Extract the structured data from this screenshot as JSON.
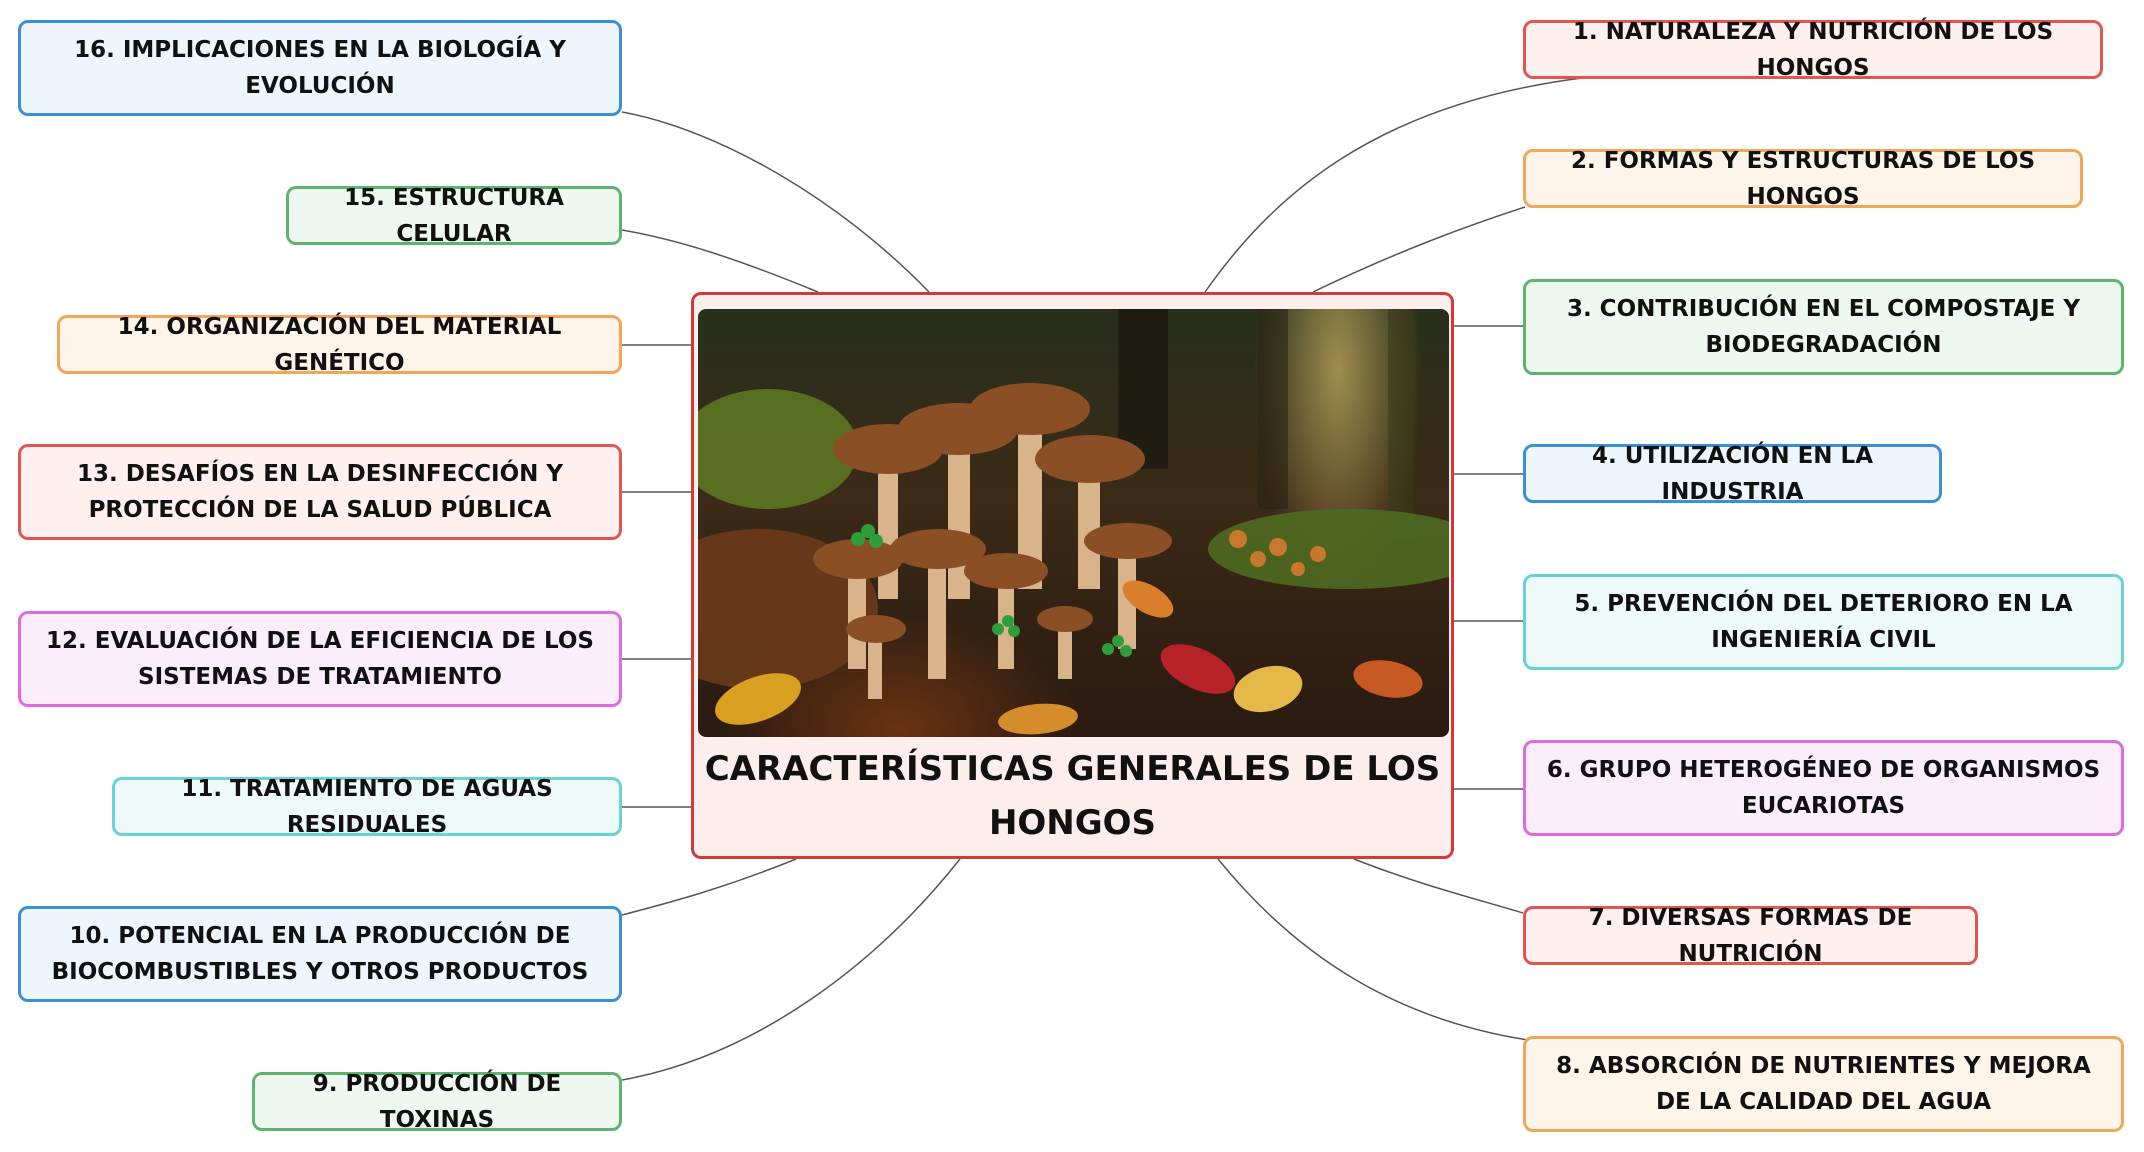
{
  "center": {
    "title": "CARACTERÍSTICAS GENERALES DE LOS HONGOS",
    "image": "mushroom-forest-illustration"
  },
  "topics": [
    {
      "id": "t1",
      "label": "1. NATURALEZA Y NUTRICIÓN DE LOS HONGOS",
      "color": "#e2564e"
    },
    {
      "id": "t2",
      "label": "2. FORMAS Y ESTRUCTURAS DE LOS HONGOS",
      "color": "#f2a65a"
    },
    {
      "id": "t3",
      "label": "3. CONTRIBUCIÓN EN EL COMPOSTAJE Y BIODEGRADACIÓN",
      "color": "#5fb36f"
    },
    {
      "id": "t4",
      "label": "4. UTILIZACIÓN EN LA INDUSTRIA",
      "color": "#3a8fd9"
    },
    {
      "id": "t5",
      "label": "5. PREVENCIÓN DEL DETERIORO EN LA INGENIERÍA CIVIL",
      "color": "#67d3d3"
    },
    {
      "id": "t6",
      "label": "6. GRUPO HETEROGÉNEO DE ORGANISMOS EUCARIOTAS",
      "color": "#e06adf"
    },
    {
      "id": "t7",
      "label": "7. DIVERSAS FORMAS DE NUTRICIÓN",
      "color": "#e2564e"
    },
    {
      "id": "t8",
      "label": "8. ABSORCIÓN DE NUTRIENTES Y MEJORA DE LA CALIDAD DEL AGUA",
      "color": "#f2a65a"
    },
    {
      "id": "t9",
      "label": "9. PRODUCCIÓN DE TOXINAS",
      "color": "#5fb36f"
    },
    {
      "id": "t10",
      "label": "10. POTENCIAL EN LA PRODUCCIÓN DE BIOCOMBUSTIBLES Y OTROS PRODUCTOS",
      "color": "#3a8fd9"
    },
    {
      "id": "t11",
      "label": "11. TRATAMIENTO DE AGUAS RESIDUALES",
      "color": "#67d3d3"
    },
    {
      "id": "t12",
      "label": "12. EVALUACIÓN DE LA EFICIENCIA DE LOS SISTEMAS DE TRATAMIENTO",
      "color": "#e06adf"
    },
    {
      "id": "t13",
      "label": "13. DESAFÍOS EN LA DESINFECCIÓN Y PROTECCIÓN DE LA SALUD PÚBLICA",
      "color": "#e2564e"
    },
    {
      "id": "t14",
      "label": "14. ORGANIZACIÓN DEL MATERIAL GENÉTICO",
      "color": "#f2a65a"
    },
    {
      "id": "t15",
      "label": "15. ESTRUCTURA CELULAR",
      "color": "#5fb36f"
    },
    {
      "id": "t16",
      "label": "16. IMPLICACIONES EN LA BIOLOGÍA Y EVOLUCIÓN",
      "color": "#3a8fd9"
    }
  ]
}
